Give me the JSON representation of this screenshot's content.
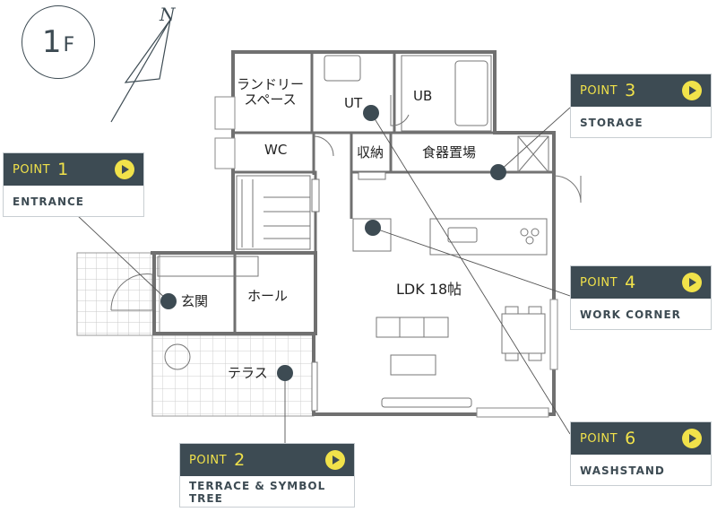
{
  "floor": {
    "number": "1",
    "suffix": "F"
  },
  "compass": {
    "label": "N"
  },
  "rooms": {
    "laundry": "ランドリー\nスペース",
    "ut": "UT",
    "ub": "UB",
    "wc": "WC",
    "storage": "収納",
    "pantry": "食器置場",
    "ldk": "LDK 18帖",
    "entrance": "玄関",
    "hall": "ホール",
    "terrace": "テラス"
  },
  "points": [
    {
      "word": "POINT",
      "num": "1",
      "label": "ENTRANCE"
    },
    {
      "word": "POINT",
      "num": "2",
      "label": "TERRACE & SYMBOL TREE"
    },
    {
      "word": "POINT",
      "num": "3",
      "label": "STORAGE"
    },
    {
      "word": "POINT",
      "num": "4",
      "label": "WORK CORNER"
    },
    {
      "word": "POINT",
      "num": "6",
      "label": "WASHSTAND"
    }
  ],
  "colors": {
    "accent": "#f1e24a",
    "dark": "#3d4b53",
    "wall": "#707070",
    "grid": "#c9c9c9"
  }
}
